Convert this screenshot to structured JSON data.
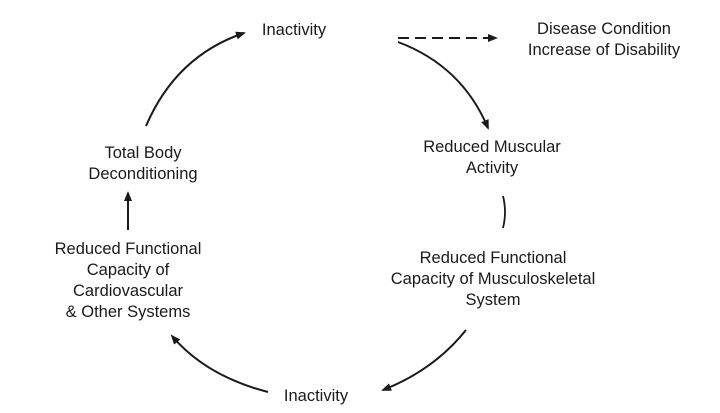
{
  "diagram": {
    "nodes": {
      "inactivity_top": {
        "lines": [
          "Inactivity"
        ]
      },
      "disease_condition": {
        "lines": [
          "Disease Condition",
          "Increase of Disability"
        ]
      },
      "reduced_muscular_activity": {
        "lines": [
          "Reduced Muscular",
          "Activity"
        ]
      },
      "reduced_functional_musculoskeletal": {
        "lines": [
          "Reduced Functional",
          "Capacity of Musculoskeletal",
          "System"
        ]
      },
      "inactivity_bottom": {
        "lines": [
          "Inactivity"
        ]
      },
      "reduced_functional_cardiovascular": {
        "lines": [
          "Reduced Functional",
          "Capacity of",
          "Cardiovascular",
          "& Other Systems"
        ]
      },
      "total_body_deconditioning": {
        "lines": [
          "Total Body",
          "Deconditioning"
        ]
      }
    },
    "edges": [
      {
        "from": "inactivity_top",
        "to": "disease_condition",
        "style": "dashed"
      },
      {
        "from": "inactivity_top",
        "to": "reduced_muscular_activity",
        "style": "solid"
      },
      {
        "from": "reduced_muscular_activity",
        "to": "reduced_functional_musculoskeletal",
        "style": "line"
      },
      {
        "from": "reduced_functional_musculoskeletal",
        "to": "inactivity_bottom",
        "style": "solid"
      },
      {
        "from": "inactivity_bottom",
        "to": "reduced_functional_cardiovascular",
        "style": "solid"
      },
      {
        "from": "reduced_functional_cardiovascular",
        "to": "total_body_deconditioning",
        "style": "solid"
      },
      {
        "from": "total_body_deconditioning",
        "to": "inactivity_top",
        "style": "solid"
      }
    ]
  }
}
